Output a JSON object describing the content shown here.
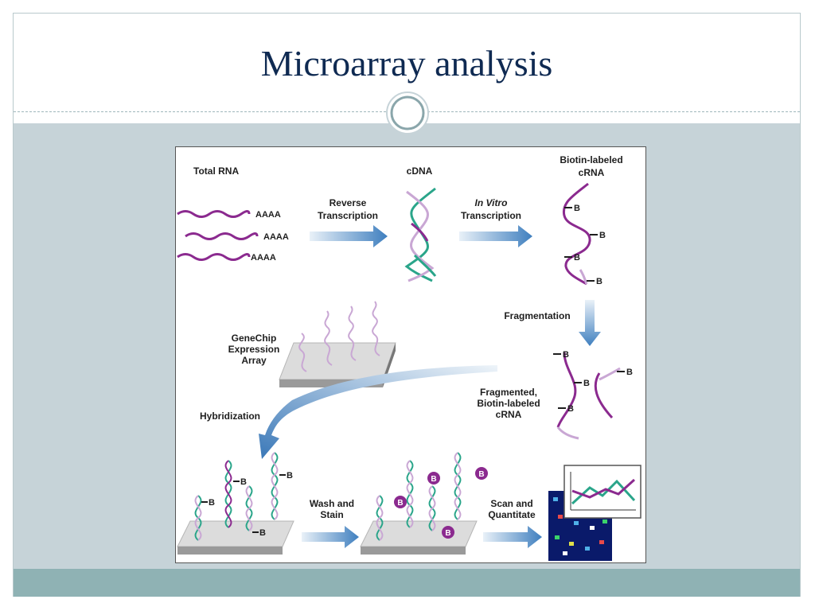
{
  "slide": {
    "title": "Microarray analysis"
  },
  "diagram": {
    "total_rna": "Total RNA",
    "polya": [
      "AAAA",
      "AAAA",
      "AAAA"
    ],
    "reverse_transcription": [
      "Reverse",
      "Transcription"
    ],
    "cdna": "cDNA",
    "in_vitro_transcription": [
      "In Vitro",
      "Transcription"
    ],
    "biotin_labeled_crna": [
      "Biotin-labeled",
      "cRNA"
    ],
    "biotin_marker": "B",
    "fragmentation": "Fragmentation",
    "genechip_array": [
      "GeneChip",
      "Expression",
      "Array"
    ],
    "fragmented_crna": [
      "Fragmented,",
      "Biotin-labeled",
      "cRNA"
    ],
    "hybridization": "Hybridization",
    "wash_and_stain": [
      "Wash and",
      "Stain"
    ],
    "scan_and_quantitate": [
      "Scan and",
      "Quantitate"
    ]
  },
  "colors": {
    "title": "#0f2a52",
    "content_bg": "#c6d3d8",
    "footer_bg": "#8fb2b4",
    "purple_strand": "#8b2a8f",
    "green_strand": "#2aa58a",
    "arrow_blue": "#3f7fbf"
  }
}
